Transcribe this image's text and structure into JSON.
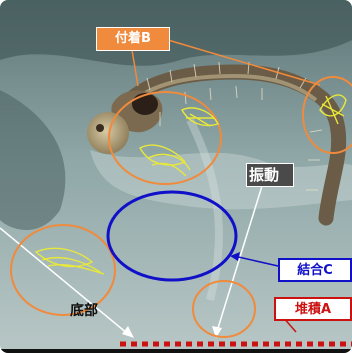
{
  "labels": {
    "attach_b": "付着B",
    "vibration": "振動",
    "binding_c": "結合C",
    "deposit_a": "堆積A",
    "bottom": "底部"
  },
  "colors": {
    "orange": "#f08a3c",
    "blue": "#1010c8",
    "red": "#cc1111",
    "yellow": "#e8e83a",
    "white": "#ffffff"
  }
}
